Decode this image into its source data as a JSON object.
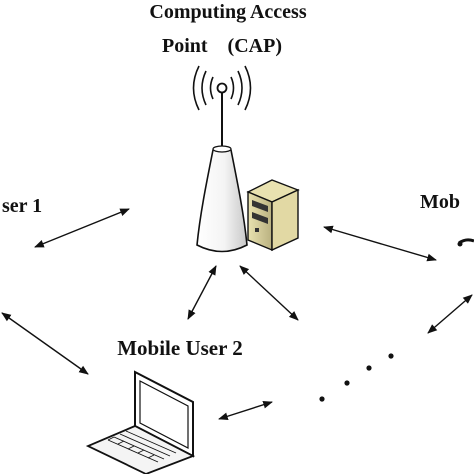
{
  "labels": {
    "cap_line1": "Computing Access",
    "cap_line2": "Point　(CAP)",
    "user1": "ser 1",
    "user2": "Mobile User 2",
    "user3": "Mob",
    "ellipsis": ". . . ."
  },
  "icons": {
    "tower": "antenna-tower-icon",
    "server": "server-computer-icon",
    "laptop": "laptop-icon",
    "mobile": "mobile-device-icon"
  },
  "colors": {
    "ink": "#111111",
    "background": "#ffffff",
    "tower_light": "#ffffff",
    "tower_shadow": "#c8c8c8",
    "server_face": "#e9e2b0"
  }
}
